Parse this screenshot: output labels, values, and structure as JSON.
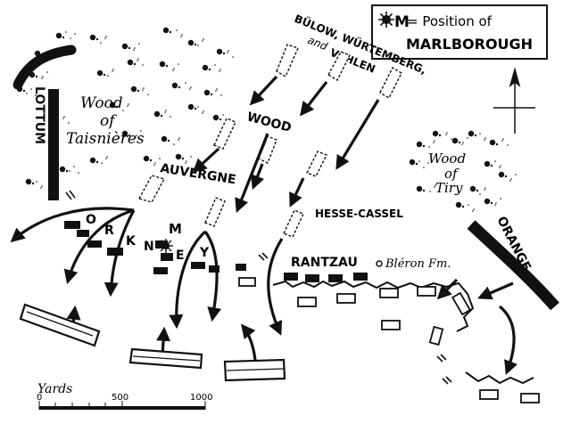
{
  "legend": {
    "symbol_letter": "M",
    "text": "= Position of",
    "name": "MARLBOROUGH"
  },
  "labels": {
    "wood_taisnieres": [
      "Wood",
      "of",
      "Taisnières"
    ],
    "lottum": "LOTTUM",
    "bulow_line1": "BÜLOW, WÜRTEMBERG,",
    "bulow_line2": "and",
    "bulow_line3": "VEHLEN",
    "wood_label": "WOOD",
    "auvergne": "AUVERGNE",
    "wood_tiry": [
      "Wood",
      "of",
      "Tiry"
    ],
    "hesse_cassel": "HESSE-CASSEL",
    "orange": "ORANGE",
    "rantzau": "RANTZAU",
    "bleron": "Bléron Fm.",
    "orkney_letters": [
      "O",
      "R",
      "K",
      "N",
      "E",
      "Y"
    ],
    "marlborough_marker": "M"
  },
  "scale": {
    "title": "Yards",
    "ticks": [
      "0",
      "500",
      "1000"
    ]
  },
  "colors": {
    "ink": "#111111",
    "paper": "#ffffff"
  }
}
